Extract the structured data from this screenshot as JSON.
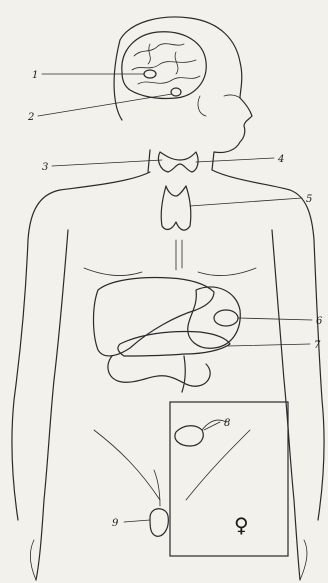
{
  "labels": [
    {
      "id": "1",
      "text": "1"
    },
    {
      "id": "2",
      "text": "2"
    },
    {
      "id": "3",
      "text": "3"
    },
    {
      "id": "4",
      "text": "4"
    },
    {
      "id": "5",
      "text": "5"
    },
    {
      "id": "6",
      "text": "6"
    },
    {
      "id": "7",
      "text": "7"
    },
    {
      "id": "8",
      "text": "8"
    },
    {
      "id": "9",
      "text": "9"
    }
  ],
  "female_symbol": "♀",
  "colors": {
    "paper": "#f3f1ec",
    "ink": "#2a2a2a",
    "organ_fill": "#d9d6cf"
  }
}
